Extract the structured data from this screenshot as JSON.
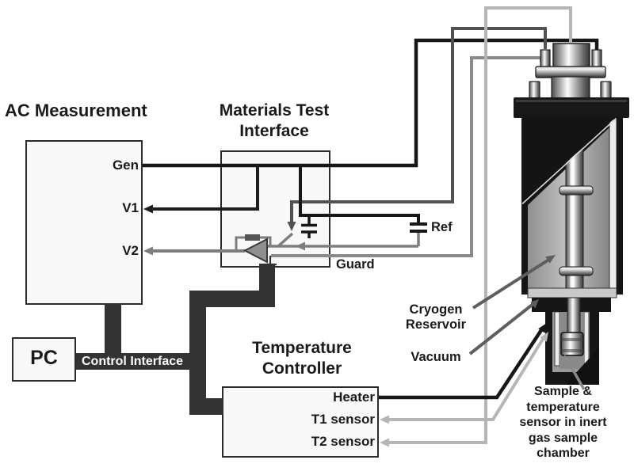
{
  "diagram": {
    "titles": {
      "ac": "AC Measurement",
      "mti_line1": "Materials Test",
      "mti_line2": "Interface",
      "temp_line1": "Temperature",
      "temp_line2": "Controller",
      "pc": "PC"
    },
    "ac_ports": {
      "gen": "Gen",
      "v1": "V1",
      "v2": "V2"
    },
    "temp_ports": {
      "heater": "Heater",
      "t1": "T1 sensor",
      "t2": "T2 sensor"
    },
    "labels": {
      "control_interface": "Control Interface",
      "ref": "Ref",
      "guard": "Guard",
      "cryogen_line1": "Cryogen",
      "cryogen_line2": "Reservoir",
      "vacuum": "Vacuum",
      "sample_line1": "Sample &",
      "sample_line2": "temperature",
      "sample_line3": "sensor in inert",
      "sample_line4": "gas sample",
      "sample_line5": "chamber"
    },
    "colors": {
      "wire_black": "#161616",
      "wire_dark_gray": "#515151",
      "wire_gray": "#7d7d7d",
      "wire_light_gray": "#b5b5b5",
      "bus": "#333333",
      "box_fill": "#f8f8f8",
      "box_border": "#2b2b2b",
      "annotation_arrow": "#5e5e5e"
    }
  }
}
